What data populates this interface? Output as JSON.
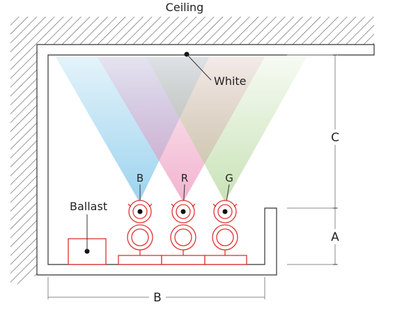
{
  "diagram": {
    "ceiling_label": "Ceiling",
    "white_label": "White",
    "ballast_label": "Ballast",
    "dim_c_label": "C",
    "dim_a_label": "A",
    "dim_b_label": "B",
    "lamps": [
      {
        "label": "B",
        "color": "#7fc6ea"
      },
      {
        "label": "R",
        "color": "#ec8fb8"
      },
      {
        "label": "G",
        "color": "#a9d28c"
      }
    ],
    "colors": {
      "outline": "#333333",
      "hatch": "#555555",
      "fixture": "#e03030",
      "dimension": "#888888"
    }
  }
}
